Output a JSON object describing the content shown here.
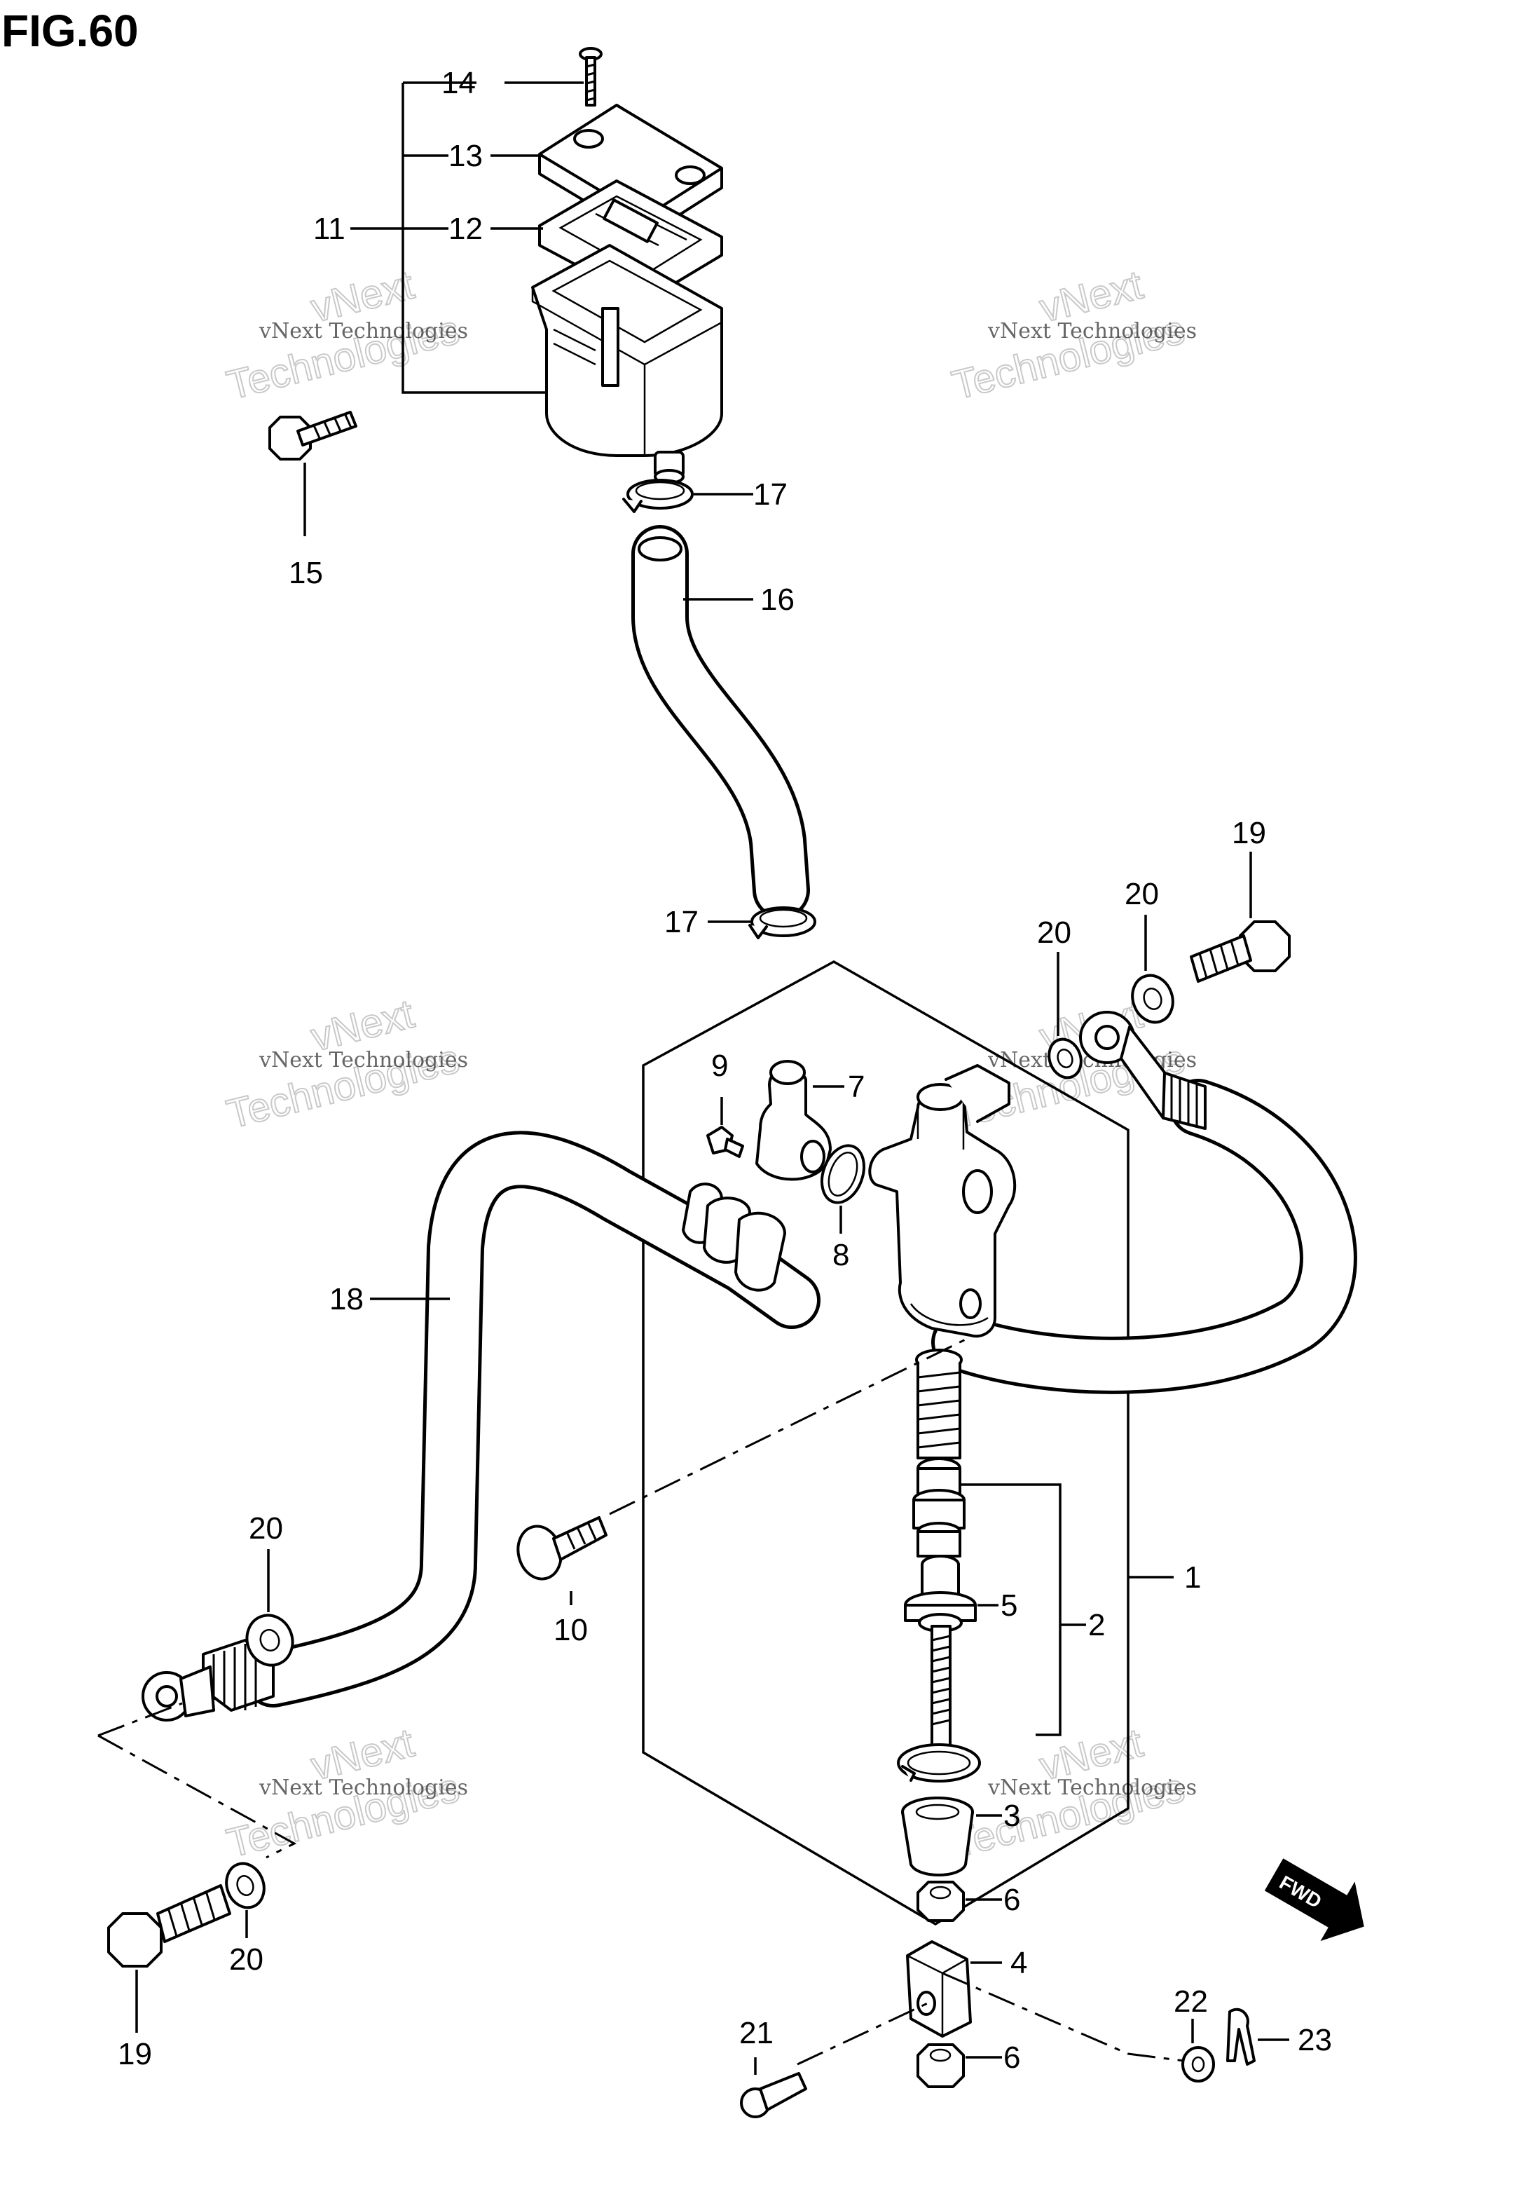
{
  "figure": {
    "title": "FIG.60"
  },
  "callouts": {
    "c1": "1",
    "c2": "2",
    "c3": "3",
    "c4": "4",
    "c5": "5",
    "c6a": "6",
    "c6b": "6",
    "c7": "7",
    "c8": "8",
    "c9": "9",
    "c10": "10",
    "c11": "11",
    "c12": "12",
    "c13": "13",
    "c14": "14",
    "c15": "15",
    "c16": "16",
    "c17a": "17",
    "c17b": "17",
    "c18": "18",
    "c19a": "19",
    "c19b": "19",
    "c20a": "20",
    "c20b": "20",
    "c20c": "20",
    "c20d": "20",
    "c21": "21",
    "c22": "22",
    "c23": "23"
  },
  "watermark": {
    "small": "vNext Technologies",
    "brand_top": "vNext",
    "brand_bottom": "Technologies"
  },
  "fwd_badge": {
    "label": "FWD"
  },
  "colors": {
    "ink": "#000000",
    "paper": "#ffffff",
    "watermark": "#c9c9c9"
  }
}
